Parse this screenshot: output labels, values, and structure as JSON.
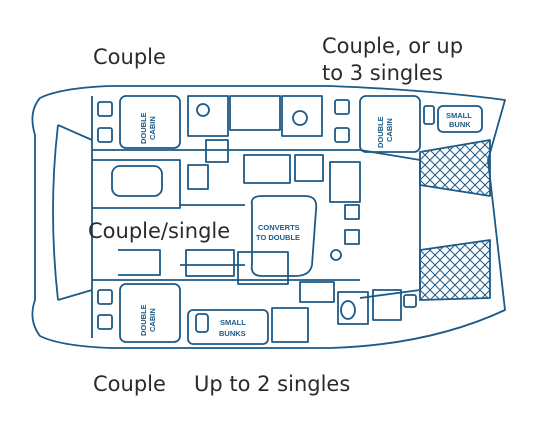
{
  "labels": {
    "top_left": "Couple",
    "top_right_line1": "Couple, or up",
    "top_right_line2": "to 3 singles",
    "middle_left": "Couple/single",
    "bottom_left": "Couple",
    "bottom_right": "Up to 2 singles"
  },
  "plan": {
    "double_cabin_tl_1": "DOUBLE",
    "double_cabin_tl_2": "CABIN",
    "double_cabin_tr_1": "DOUBLE",
    "double_cabin_tr_2": "CABIN",
    "double_cabin_bl_1": "DOUBLE",
    "double_cabin_bl_2": "CABIN",
    "small_bunk_1": "SMALL",
    "small_bunk_2": "BUNK",
    "converts_1": "CONVERTS",
    "converts_2": "TO DOUBLE",
    "small_bunks_1": "SMALL",
    "small_bunks_2": "BUNKS"
  },
  "colors": {
    "line": "#1c5a87",
    "text": "#2b2b2b"
  }
}
